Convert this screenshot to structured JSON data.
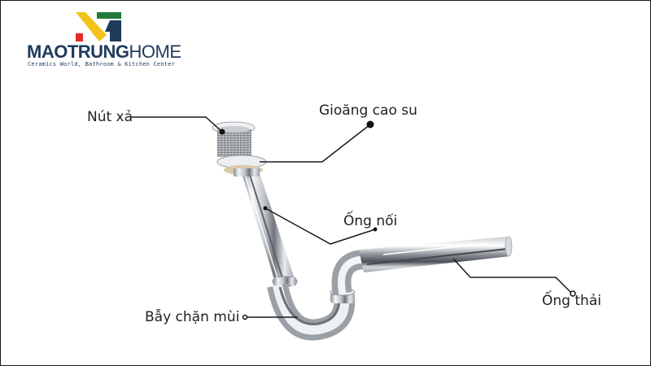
{
  "brand": {
    "name_bold": "MAOTRUNG",
    "name_light": "HOME",
    "tagline": "Ceramics World, Bathroom & Kitchen Center",
    "colors": {
      "yellow": "#f2c318",
      "green": "#1e7a3a",
      "red": "#e52b2b",
      "navy": "#1f3b5c"
    }
  },
  "diagram": {
    "subject": "chrome sink drain P-trap",
    "parts": [
      {
        "id": "nut-xa",
        "label": "Nút xả"
      },
      {
        "id": "gioang-cao-su",
        "label": "Gioăng cao su"
      },
      {
        "id": "ong-noi",
        "label": "Ống nối"
      },
      {
        "id": "ong-thai",
        "label": "Ống thải"
      },
      {
        "id": "bay-chan-mui",
        "label": "Bẫy chặn mùi"
      }
    ]
  },
  "style": {
    "line_color": "#1a1a1a",
    "text_color": "#222222",
    "background": "#ffffff"
  }
}
